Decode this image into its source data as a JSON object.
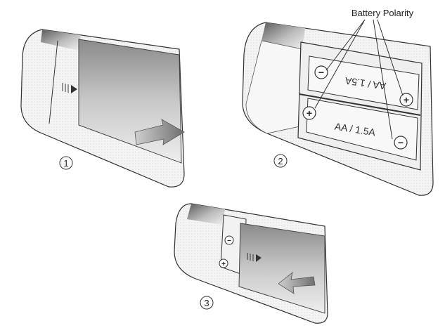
{
  "callout": {
    "label": "Battery Polarity"
  },
  "steps": [
    "1",
    "2",
    "3"
  ],
  "batteries": {
    "spec_top": "AA / 1.5A",
    "spec_bottom": "AA / 1.5A",
    "plus_symbol": "+",
    "minus_symbol": "−"
  },
  "colors": {
    "line": "#333333",
    "shell": "#e6e6e6",
    "shade": "#7a7a7a"
  }
}
